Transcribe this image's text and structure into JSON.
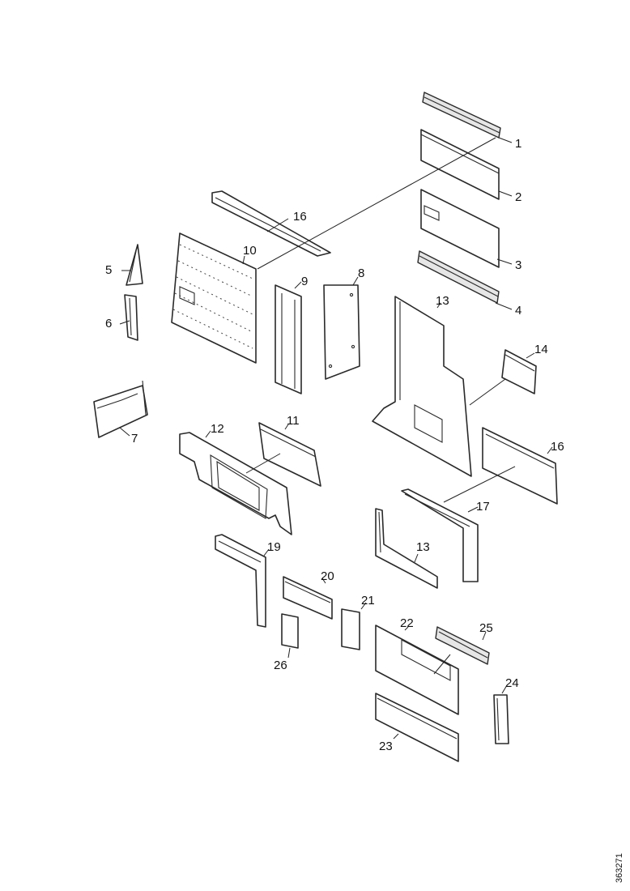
{
  "diagram": {
    "callouts": {
      "c1": "1",
      "c2": "2",
      "c3": "3",
      "c4": "4",
      "c5": "5",
      "c6": "6",
      "c7": "7",
      "c8": "8",
      "c9": "9",
      "c10": "10",
      "c11": "11",
      "c12": "12",
      "c13_panel": "13",
      "c13_channel": "13",
      "c14": "14",
      "c16_top": "16",
      "c16_right": "16",
      "c17": "17",
      "c19": "19",
      "c20": "20",
      "c21": "21",
      "c22": "22",
      "c23": "23",
      "c24": "24",
      "c25": "25",
      "c26": "26"
    },
    "document_code": "363271"
  }
}
